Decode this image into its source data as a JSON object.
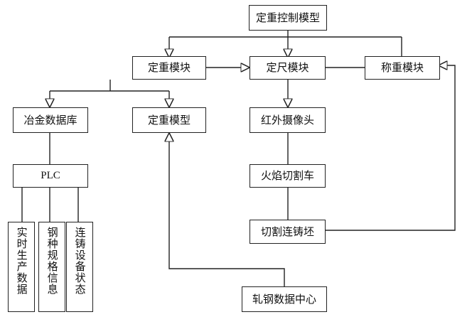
{
  "nodes": {
    "root": "定重控制模型",
    "fixed_weight_module": "定重模块",
    "fixed_length_module": "定尺模块",
    "weighing_module": "称重模块",
    "metallurgy_db": "冶金数据库",
    "fixed_weight_model": "定重模型",
    "infrared_camera": "红外摄像头",
    "flame_cutter": "火焰切割车",
    "cut_billet": "切割连铸坯",
    "plc": "PLC",
    "realtime_data": "实时生产数据",
    "steel_grade_info": "钢种规格信息",
    "caster_status": "连铸设备状态",
    "rolling_center": "轧钢数据中心"
  },
  "colors": {
    "line": "#222222",
    "box_border": "#222222",
    "background": "#ffffff"
  }
}
